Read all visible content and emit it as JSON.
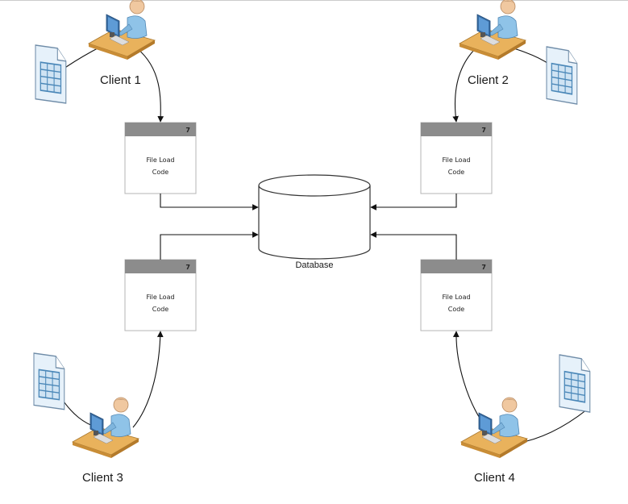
{
  "diagram": {
    "database": {
      "label": "Database"
    },
    "clients": [
      {
        "label": "Client 1"
      },
      {
        "label": "Client 2"
      },
      {
        "label": "Client 3"
      },
      {
        "label": "Client 4"
      }
    ],
    "processes": [
      {
        "number": "7",
        "line1": "File Load",
        "line2": "Code"
      },
      {
        "number": "7",
        "line1": "File Load",
        "line2": "Code"
      },
      {
        "number": "7",
        "line1": "File Load",
        "line2": "Code"
      },
      {
        "number": "7",
        "line1": "File Load",
        "line2": "Code"
      }
    ]
  },
  "icons": {
    "client": "user-at-computer-icon",
    "document": "spreadsheet-document-icon",
    "database": "database-cylinder-icon"
  },
  "colors": {
    "box_header": "#8c8c8c",
    "box_border": "#b5b5b5",
    "doc_fill": "#e6f1fa",
    "doc_grid": "#4a87b8",
    "person_skin": "#f0c8a0",
    "person_shirt": "#8fc3e8",
    "desk": "#e9b25c",
    "monitor": "#3a6ea5"
  }
}
